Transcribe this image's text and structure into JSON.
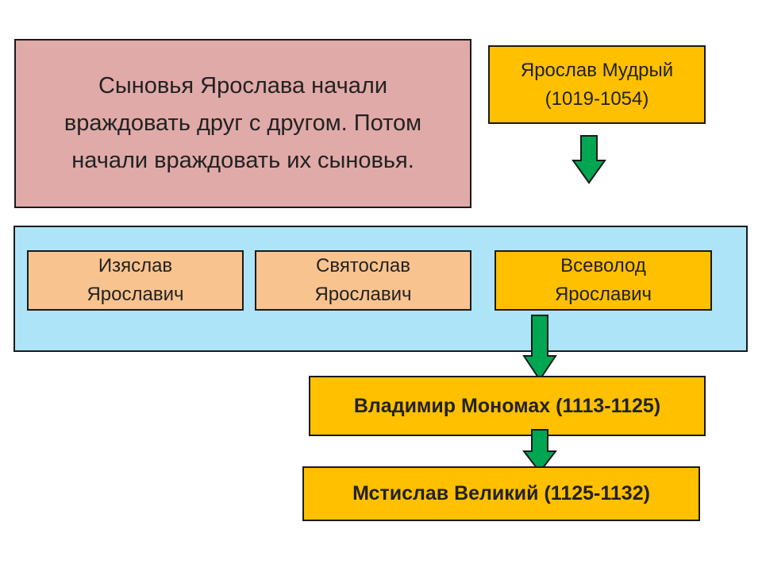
{
  "note": {
    "line1": "Сыновья Ярослава начали",
    "line2": "враждовать друг с другом. Потом",
    "line3": "начали враждовать их сыновья."
  },
  "ruler": {
    "name": "Ярослав Мудрый",
    "years": "(1019-1054)"
  },
  "sons": [
    {
      "name": "Изяслав",
      "patronymic": "Ярославич"
    },
    {
      "name": "Святослав",
      "patronymic": "Ярославич"
    },
    {
      "name": "Всеволод",
      "patronymic": "Ярославич"
    }
  ],
  "grandson": {
    "label": "Владимир Мономах (1113-1125)"
  },
  "great_grandson": {
    "label": "Мстислав Великий (1125-1132)"
  },
  "colors": {
    "note_fill": "#e0aaa8",
    "highlight_fill": "#ffc000",
    "other_sons_fill": "#f8c38f",
    "panel_fill": "#aee4f7",
    "arrow_fill": "#00a651"
  }
}
